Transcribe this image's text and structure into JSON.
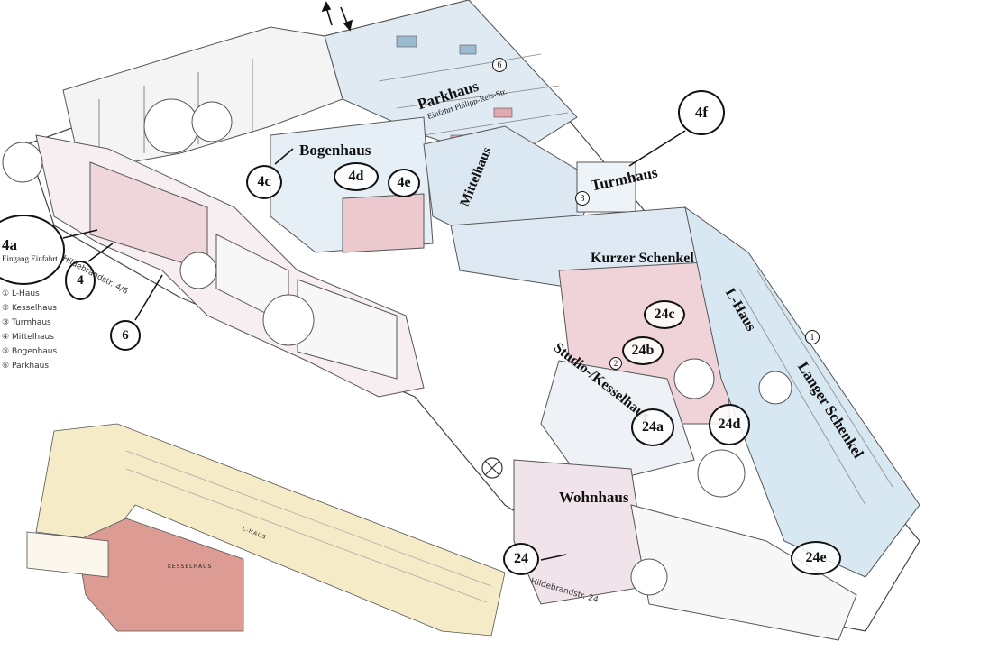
{
  "buildings": {
    "parkhaus": "Parkhaus",
    "parkhaus_entry": "Einfahrt Philipp-Reis-Str.",
    "bogenhaus": "Bogenhaus",
    "mittelhaus": "Mittelhaus",
    "turmhaus": "Turmhaus",
    "kurzer_schenkel": "Kurzer Schenkel",
    "l_haus": "L-Haus",
    "langer_schenkel": "Langer Schenkel",
    "studio_kesselhaus": "Studio-/Kesselhaus",
    "wohnhaus": "Wohnhaus"
  },
  "markers": {
    "m4a": "4a",
    "m4a_sub": "Eingang Einfahrt",
    "m4": "4",
    "m6": "6",
    "m4c": "4c",
    "m4d": "4d",
    "m4e": "4e",
    "m4f": "4f",
    "m24c": "24c",
    "m24b": "24b",
    "m24a": "24a",
    "m24d": "24d",
    "m24e": "24e",
    "m24": "24"
  },
  "legend": [
    {
      "num": "①",
      "name": "L-Haus"
    },
    {
      "num": "②",
      "name": "Kesselhaus"
    },
    {
      "num": "③",
      "name": "Turmhaus"
    },
    {
      "num": "④",
      "name": "Mittelhaus"
    },
    {
      "num": "⑤",
      "name": "Bogenhaus"
    },
    {
      "num": "⑥",
      "name": "Parkhaus"
    }
  ],
  "streets": {
    "hildebrandstr_4_6": "Hildebrandstr. 4/6",
    "hildebrandstr_24": "Hildebrandstr. 24"
  },
  "small_numbers": {
    "n6": "6",
    "n3": "3",
    "n1": "1",
    "n2": "2"
  },
  "plan": {
    "l_haus": "L-HAUS",
    "kesselhaus": "KESSELHAUS"
  },
  "colors": {
    "roof_blue": "#cfe3ef",
    "facade_pink": "#e9c7cc",
    "plan_yellow": "#f3e6b8",
    "plan_red": "#d9958e"
  }
}
